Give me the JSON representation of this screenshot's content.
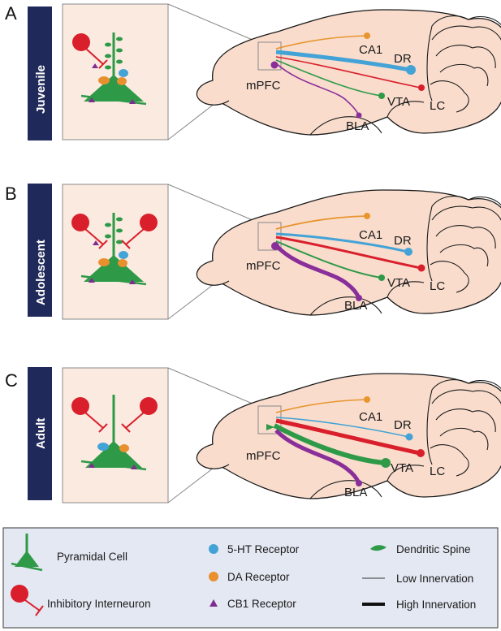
{
  "colors": {
    "brain_fill": "#f9dccc",
    "brain_stroke": "#1a1a1a",
    "inset_fill": "#fbeae0",
    "stage_bar": "#1f2a5a",
    "pyramidal": "#2e9a48",
    "interneuron": "#d91f2b",
    "ht_receptor": "#44a3d6",
    "da_receptor": "#e88f2e",
    "cb1_receptor": "#7f2b8f",
    "legend_bg": "#e4e8f2",
    "legend_border": "#555555",
    "ca1": "#e8952e",
    "dr": "#44a3d6",
    "lc": "#d91f2b",
    "vta": "#2e9a48",
    "bla": "#8a2e9a"
  },
  "panels": [
    {
      "letter": "A",
      "stage": "Juvenile",
      "labels": {
        "ca1": "CA1",
        "dr": "DR",
        "lc": "LC",
        "vta": "VTA",
        "bla": "BLA",
        "mpfc": "mPFC"
      },
      "innervation": {
        "ca1": "low",
        "dr": "high",
        "lc": "low",
        "vta": "low",
        "bla": "low"
      }
    },
    {
      "letter": "B",
      "stage": "Adolescent",
      "labels": {
        "ca1": "CA1",
        "dr": "DR",
        "lc": "LC",
        "vta": "VTA",
        "bla": "BLA",
        "mpfc": "mPFC"
      },
      "innervation": {
        "ca1": "low",
        "dr": "medium",
        "lc": "medium",
        "vta": "low",
        "bla": "high"
      }
    },
    {
      "letter": "C",
      "stage": "Adult",
      "labels": {
        "ca1": "CA1",
        "dr": "DR",
        "lc": "LC",
        "vta": "VTA",
        "bla": "BLA",
        "mpfc": "mPFC"
      },
      "innervation": {
        "ca1": "low",
        "dr": "low",
        "lc": "high",
        "vta": "high",
        "bla": "high"
      }
    }
  ],
  "legend": {
    "pyramidal_cell": "Pyramidal Cell",
    "inhibitory_interneuron": "Inhibitory Interneuron",
    "ht_receptor": "5-HT Receptor",
    "da_receptor": "DA Receptor",
    "cb1_receptor": "CB1 Receptor",
    "dendritic_spine": "Dendritic Spine",
    "low_innervation": "Low Innervation",
    "high_innervation": "High Innervation"
  }
}
